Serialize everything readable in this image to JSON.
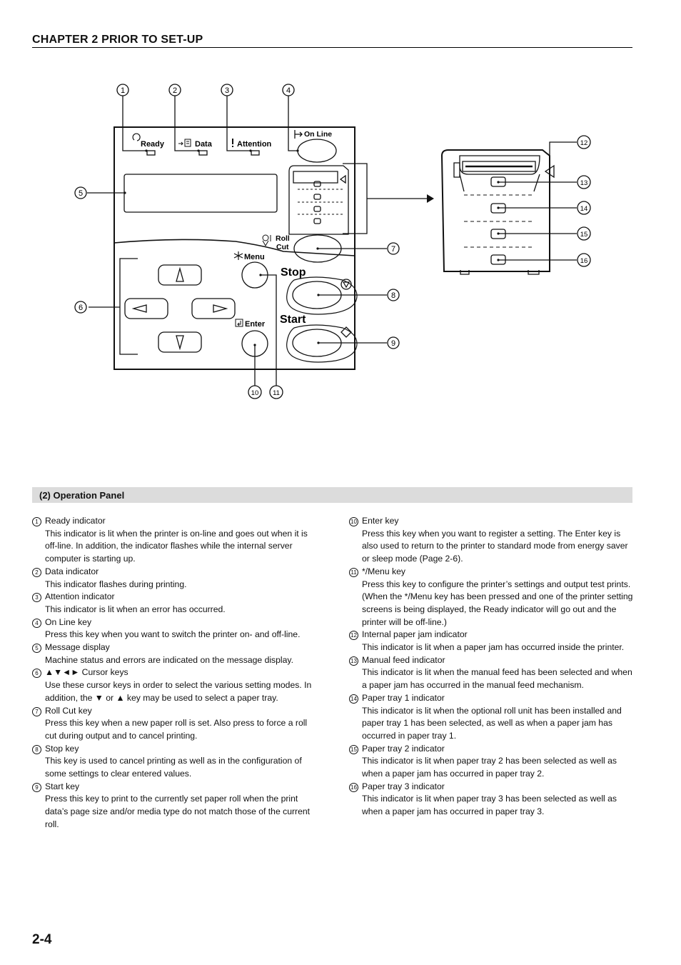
{
  "header": {
    "chapter": "CHAPTER 2  PRIOR TO SET-UP"
  },
  "panel_labels": {
    "ready": "Ready",
    "data": "Data",
    "attention": "Attention",
    "online": "On Line",
    "roll": "Roll",
    "cut": "Cut",
    "menu": "Menu",
    "stop": "Stop",
    "enter": "Enter",
    "start": "Start"
  },
  "callouts": [
    "1",
    "2",
    "3",
    "4",
    "5",
    "6",
    "7",
    "8",
    "9",
    "10",
    "11",
    "12",
    "13",
    "14",
    "15",
    "16"
  ],
  "section": {
    "title": "(2)  Operation Panel"
  },
  "items_left": [
    {
      "num": "1",
      "title": "Ready indicator",
      "desc": "This indicator is lit when the printer is on-line and goes out when it is off-line. In addition, the indicator flashes while the internal server computer is starting up."
    },
    {
      "num": "2",
      "title": "Data indicator",
      "desc": "This indicator flashes during printing."
    },
    {
      "num": "3",
      "title": "Attention indicator",
      "desc": "This indicator is lit when an error has occurred."
    },
    {
      "num": "4",
      "title": "On Line key",
      "desc": "Press this key when you want to switch the printer on- and off-line."
    },
    {
      "num": "5",
      "title": "Message display",
      "desc": "Machine status and errors are indicated on the message display."
    },
    {
      "num": "6",
      "title": "▲▼◄► Cursor keys",
      "desc": "Use these cursor keys in order to select the various setting modes. In addition, the ▼ or ▲ key may be used to select a paper tray."
    },
    {
      "num": "7",
      "title": "Roll Cut key",
      "desc": "Press this key when a new paper roll is set. Also press to force a roll cut during output and to cancel printing."
    },
    {
      "num": "8",
      "title": "Stop key",
      "desc": "This key is used to cancel printing as well as in the configuration of some settings to clear entered values."
    },
    {
      "num": "9",
      "title": "Start key",
      "desc": "Press this key to print to the currently set paper roll when the print data’s page size and/or media type do not match those of the current roll."
    }
  ],
  "items_right": [
    {
      "num": "10",
      "title": "Enter key",
      "desc": "Press this key when you want to register a setting. The Enter key is also used to return to the printer to standard mode from energy saver or sleep mode (Page 2-6)."
    },
    {
      "num": "11",
      "title": "*/Menu key",
      "desc": "Press this key to configure the printer’s settings and output test prints. (When the */Menu key has been pressed and one of the printer setting screens is being displayed, the Ready indicator will go out and the printer will be off-line.)"
    },
    {
      "num": "12",
      "title": "Internal paper jam indicator",
      "desc": "This indicator is lit when a paper jam has occurred inside the printer."
    },
    {
      "num": "13",
      "title": "Manual feed indicator",
      "desc": "This indicator is lit when the manual feed has been selected and when a paper jam has occurred in the manual feed mechanism."
    },
    {
      "num": "14",
      "title": "Paper tray 1 indicator",
      "desc": "This indicator is lit when the optional roll unit has been installed and paper tray 1 has been selected, as well as when a paper jam has occurred in paper tray 1."
    },
    {
      "num": "15",
      "title": "Paper tray 2 indicator",
      "desc": "This indicator is lit when paper tray 2 has been selected as well as when a paper jam has occurred in paper tray 2."
    },
    {
      "num": "16",
      "title": "Paper tray 3 indicator",
      "desc": "This indicator is lit when paper tray 3 has been selected as well as when a paper jam has occurred in paper tray 3."
    }
  ],
  "footer": {
    "page": "2-4"
  }
}
